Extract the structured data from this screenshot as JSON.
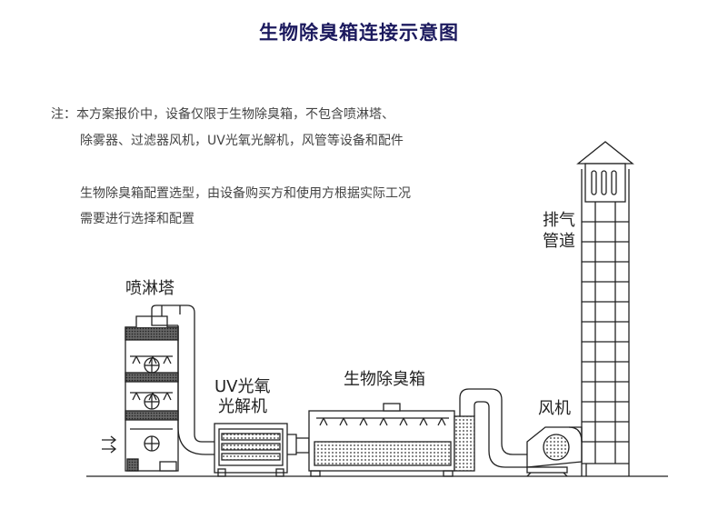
{
  "title": "生物除臭箱连接示意图",
  "notes": {
    "line1": "注：本方案报价中，设备仅限于生物除臭箱，不包含喷淋塔、",
    "line2": "除雾器、过滤器风机，UV光氧光解机，风管等设备和配件",
    "line3": "生物除臭箱配置选型，由设备购买方和使用方根据实际工况",
    "line4": "需要进行选择和配置"
  },
  "labels": {
    "spray_tower": "喷淋塔",
    "uv_line1": "UV光氧",
    "uv_line2": "光解机",
    "bio_box": "生物除臭箱",
    "fan": "风机",
    "exhaust_line1": "排气",
    "exhaust_line2": "管道"
  },
  "colors": {
    "title": "#1c1a5e",
    "stroke": "#222222"
  }
}
